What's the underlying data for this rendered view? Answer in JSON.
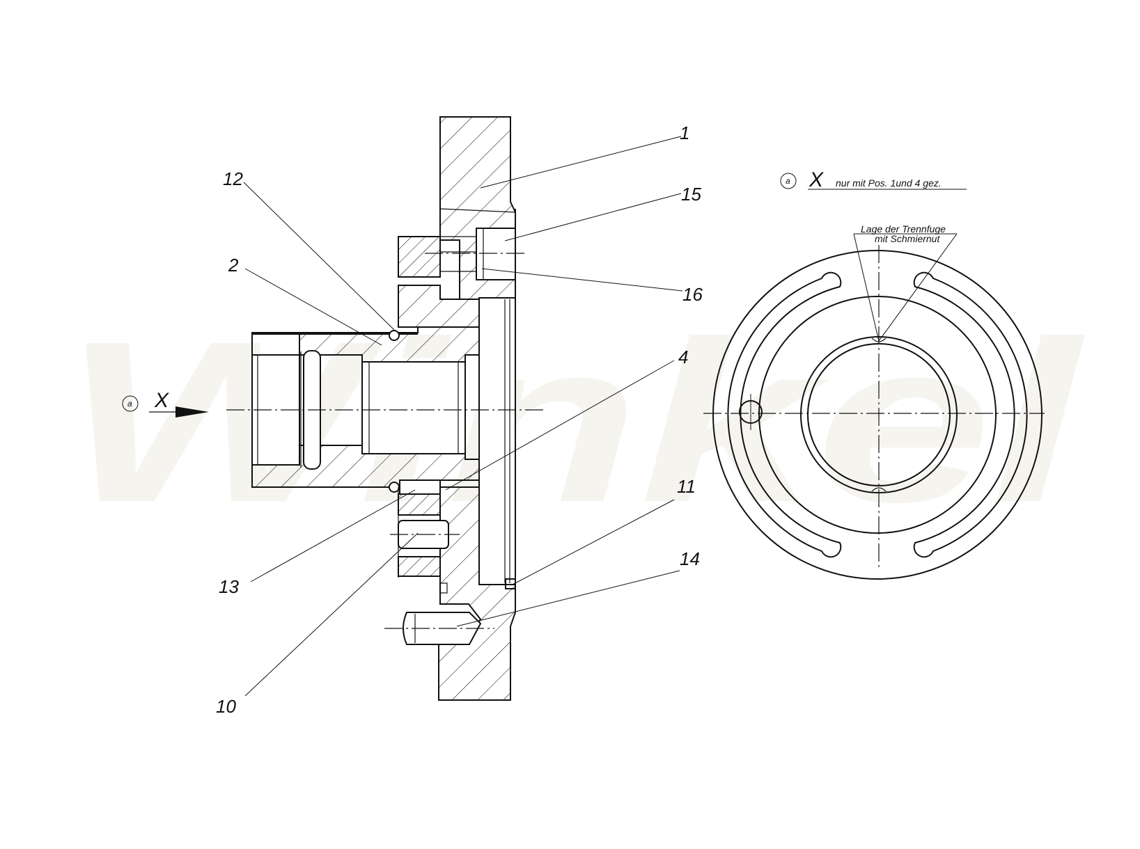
{
  "watermark": "Winkel",
  "view_label": {
    "marker": "a",
    "letter": "X"
  },
  "view_note": {
    "marker": "a",
    "letter": "X",
    "text": "nur mit  Pos. 1und 4 gez."
  },
  "annotation": {
    "line1": "Lage der Trennfuge",
    "line2": "mit Schmiernut"
  },
  "position_labels": {
    "p1": "1",
    "p2": "2",
    "p4": "4",
    "p10": "10",
    "p11": "11",
    "p12": "12",
    "p13": "13",
    "p14": "14",
    "p15": "15",
    "p16": "16"
  }
}
